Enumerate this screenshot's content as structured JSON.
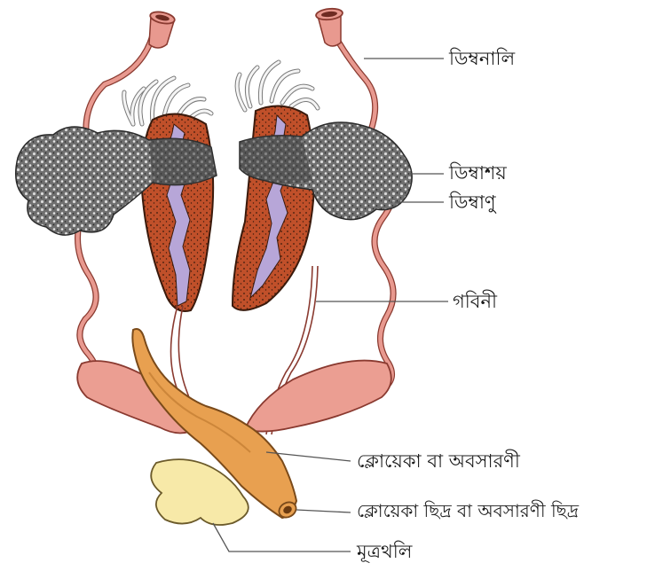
{
  "diagram": {
    "labels": {
      "oviduct": "ডিম্বনালি",
      "ovary": "ডিম্বাশয়",
      "ovum": "ডিম্বাণু",
      "kidney": "গবিনী",
      "cloaca": "ক্লোয়েকা বা অবসারণী",
      "cloacal_aperture": "ক্লোয়েকা ছিদ্র বা অবসারণী ছিদ্র",
      "urinary_bladder": "মূত্রথলি"
    },
    "colors": {
      "oviduct": "#e8998f",
      "oviduct_outline": "#8a3a30",
      "kidney": "#c0502a",
      "kidney_canal": "#b7a6d8",
      "ovary": "#8a8a8a",
      "fat_body": "#e8e8e8",
      "cloaca": "#e8a050",
      "bladder": "#f7e9a8",
      "ovisac": "#eb9e92"
    }
  }
}
